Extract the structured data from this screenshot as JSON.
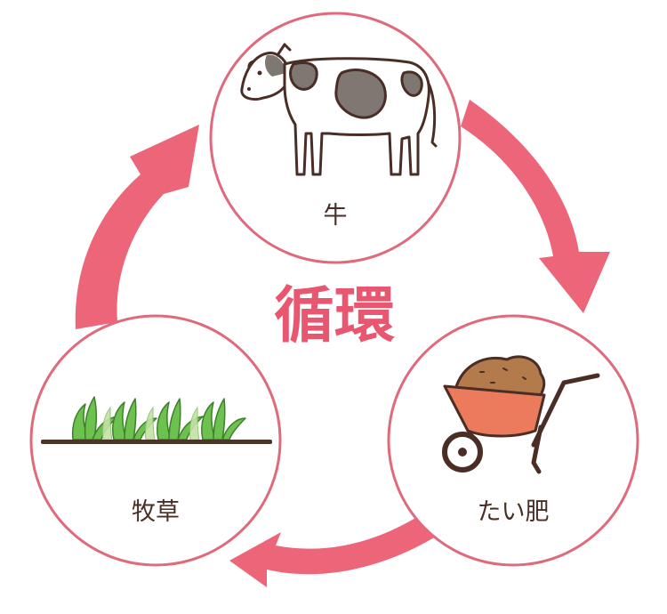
{
  "title": "循環",
  "nodes": [
    {
      "id": "cow",
      "label": "牛",
      "icon": "cow-icon"
    },
    {
      "id": "manure",
      "label": "たい肥",
      "icon": "wheelbarrow-icon"
    },
    {
      "id": "grass",
      "label": "牧草",
      "icon": "grass-icon"
    }
  ],
  "colors": {
    "arrow": "#ed6579",
    "circle_border": "#e06a7d",
    "label_text": "#4a2e25",
    "title_text": "#e8566f",
    "cow_spots": "#7f7772",
    "grass": "#6cc14f",
    "soil": "#4b3428",
    "wheelbarrow": "#ec7b5d",
    "compost": "#b37a4b"
  }
}
